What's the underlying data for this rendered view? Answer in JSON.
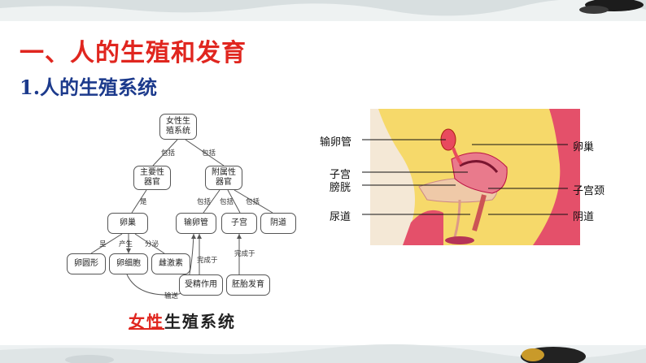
{
  "slide": {
    "title": "一、人的生殖和发育",
    "subtitle": "1.人的生殖系统"
  },
  "tree": {
    "root": "女性生殖系统",
    "primary": "主要性器官",
    "accessory": "附属性器官",
    "ovary": "卵巢",
    "oviduct": "输卵管",
    "uterus": "子宫",
    "vagina": "阴道",
    "egg_shape": "卵圆形",
    "egg_cell": "卵细胞",
    "estrogen": "雌激素",
    "fertilization": "受精作用",
    "embryo_dev": "胚胎发育",
    "edges": {
      "include_left": "包括",
      "include_right": "包括",
      "is": "是",
      "include_a": "包括",
      "include_b": "包括",
      "include_c": "包括",
      "presents": "呈",
      "produces": "产生",
      "secretes": "分泌",
      "completed_in_1": "完成于",
      "completed_in_2": "完成于",
      "transports": "输送"
    }
  },
  "caption": {
    "highlight": "女性",
    "rest": "生殖系统"
  },
  "anatomy": {
    "left_labels": [
      "输卵管",
      "子宫",
      "膀胱",
      "尿道"
    ],
    "right_labels": [
      "卵巢",
      "子宫颈",
      "阴道"
    ]
  },
  "colors": {
    "title": "#e0261f",
    "subtitle": "#1c3a8c",
    "caption_highlight": "#e0261f"
  }
}
